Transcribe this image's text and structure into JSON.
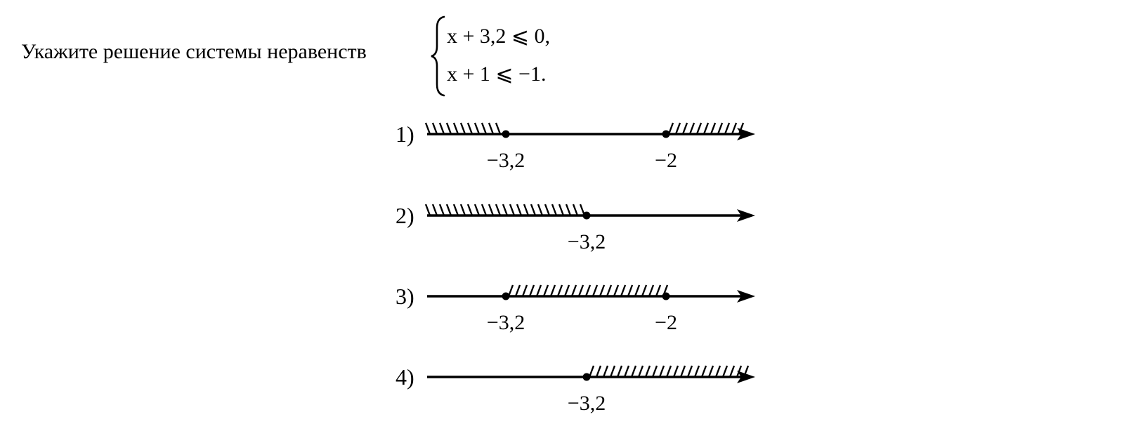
{
  "question": {
    "prompt": "Укажите решение системы неравенств",
    "system": [
      "x + 3,2 ⩽ 0,",
      "x + 1 ⩽ −1."
    ]
  },
  "options": [
    {
      "label": "1)",
      "points": [
        {
          "value": -3.2,
          "text": "−3,2"
        },
        {
          "value": -2,
          "text": "−2"
        }
      ],
      "shading": "outside"
    },
    {
      "label": "2)",
      "points": [
        {
          "value": -3.2,
          "text": "−3,2"
        }
      ],
      "shading": "left"
    },
    {
      "label": "3)",
      "points": [
        {
          "value": -3.2,
          "text": "−3,2"
        },
        {
          "value": -2,
          "text": "−2"
        }
      ],
      "shading": "between"
    },
    {
      "label": "4)",
      "points": [
        {
          "value": -3.2,
          "text": "−3,2"
        }
      ],
      "shading": "right"
    }
  ]
}
